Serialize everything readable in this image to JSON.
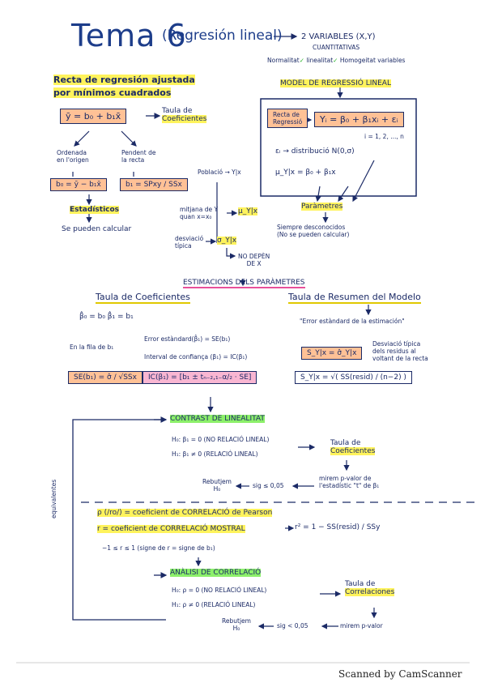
{
  "title": {
    "main": "Tema 6",
    "subtitle": "(Regresión lineal)",
    "variables": "2 VARIABLES (X,Y)",
    "cuantitativas": "CUANTITATIVAS",
    "normalitat": "Normalitat",
    "linealitat": "linealitat",
    "homogeneitat": "Homogeitat variables"
  },
  "left_top": {
    "heading_line1": "Recta de regresión ajustada",
    "heading_line2": "por mínimos cuadrados",
    "equation": "ȳ = b₀ + b₁x̄",
    "tabla_line1": "Taula de",
    "tabla_line2": "Coeficientes",
    "ordenada_line1": "Ordenada",
    "ordenada_line2": "en l'origen",
    "b0_formula": "b₀ = ȳ − b₁x̄",
    "pendiente_line1": "Pendent de",
    "pendiente_line2": "la recta",
    "b1_formula": "b₁ = SPxy / SSx",
    "estadisticos": "Estadísticos",
    "se_pueden": "Se pueden calcular"
  },
  "right_top": {
    "model_heading": "MODEL DE REGRESSIÓ LINEAL",
    "recta_line1": "Recta de",
    "recta_line2": "Regressió",
    "model_eq": "Yᵢ = β₀ + β₁xᵢ + εᵢ",
    "index": "i = 1, 2, ..., n",
    "error_dist": "εᵢ → distribució N(0,σ)",
    "mu_eq": "μ_Y|x = β₀ + β₁x",
    "parametres": "Paràmetres",
    "siempre_line1": "Siempre desconocidos",
    "siempre_line2": "(No se pueden calcular)"
  },
  "middle": {
    "poblacio": "Població → Y|x",
    "mitjana_line1": "mitjana de Y",
    "mitjana_line2": "quan x=x₀",
    "mu_label": "μ_Y|x",
    "desviacio_line1": "desviació",
    "desviacio_line2": "típica",
    "sigma_label": "σ_Y|x",
    "no_depen_line1": "NO DEPÈN",
    "no_depen_line2": "DE X"
  },
  "estimacions": {
    "heading": "ESTIMACIONS DELS PARÀMETRES",
    "tabla_coef": "Taula de Coeficientes",
    "beta_est": "β̂₀ = b₀    β̂₁ = b₁",
    "en_la_fila": "En la fila de b₁",
    "error_est": "Error estàndard(β̂₁) = SE(b₁)",
    "interval": "Interval de confiança (β₁) = IC(β₁)",
    "se_formula": "SE(b₁) = σ̂ / √SSx",
    "ic_formula": "IC(β₁) = [b₁ ± tₙ₋₂,₁₋α/₂ · SE]",
    "tabla_resumen": "Taula de Resumen del Modelo",
    "error_std_line": "\"Error estàndard de la estimación\"",
    "s_yx": "S_Y|x = σ̂_Y|x",
    "desviacion_line1": "Desviació típica",
    "desviacion_line2": "dels residus al",
    "desviacion_line3": "voltant de la recta",
    "s_yx_formula": "S_Y|x = √( SS(resid) / (n−2) )"
  },
  "contrast": {
    "heading": "CONTRAST DE LINEALITAT",
    "h0": "H₀: β₁ = 0  (NO RELACIÓ LINEAL)",
    "h1": "H₁: β₁ ≠ 0  (RELACIÓ LINEAL)",
    "tabla_line1": "Taula de",
    "tabla_line2": "Coeficientes",
    "mirem_line1": "mirem p-valor de",
    "mirem_line2": "l'estadístic \"t\" de β₁",
    "rebutjem": "Rebutjem",
    "h0_label": "H₀",
    "sig": "sig ≤ 0,05",
    "equivalentes": "equivalentes"
  },
  "correlacion": {
    "rho": "ρ (/ro/) = coeficient de CORRELACIÓ de Pearson",
    "r_def": "r = coeficient de CORRELACIÓ MOSTRAL",
    "r2": "r² = 1 − SS(resid) / SSy",
    "range": "−1 ≤ r ≤ 1   (signe de r = signe de b₁)"
  },
  "analisi": {
    "heading": "ANÀLISI DE CORRELACIÓ",
    "h0": "H₀: ρ = 0  (NO RELACIÓ LINEAL)",
    "h1": "H₁: ρ ≠ 0  (RELACIÓ LINEAL)",
    "tabla_line1": "Taula de",
    "tabla_line2": "Correlaciones",
    "rebutjem": "Rebutjem",
    "h1_label": "H₀",
    "sig": "sig < 0,05",
    "mirem": "mirem p-valor"
  },
  "footer": {
    "scanned": "Scanned by CamScanner"
  }
}
